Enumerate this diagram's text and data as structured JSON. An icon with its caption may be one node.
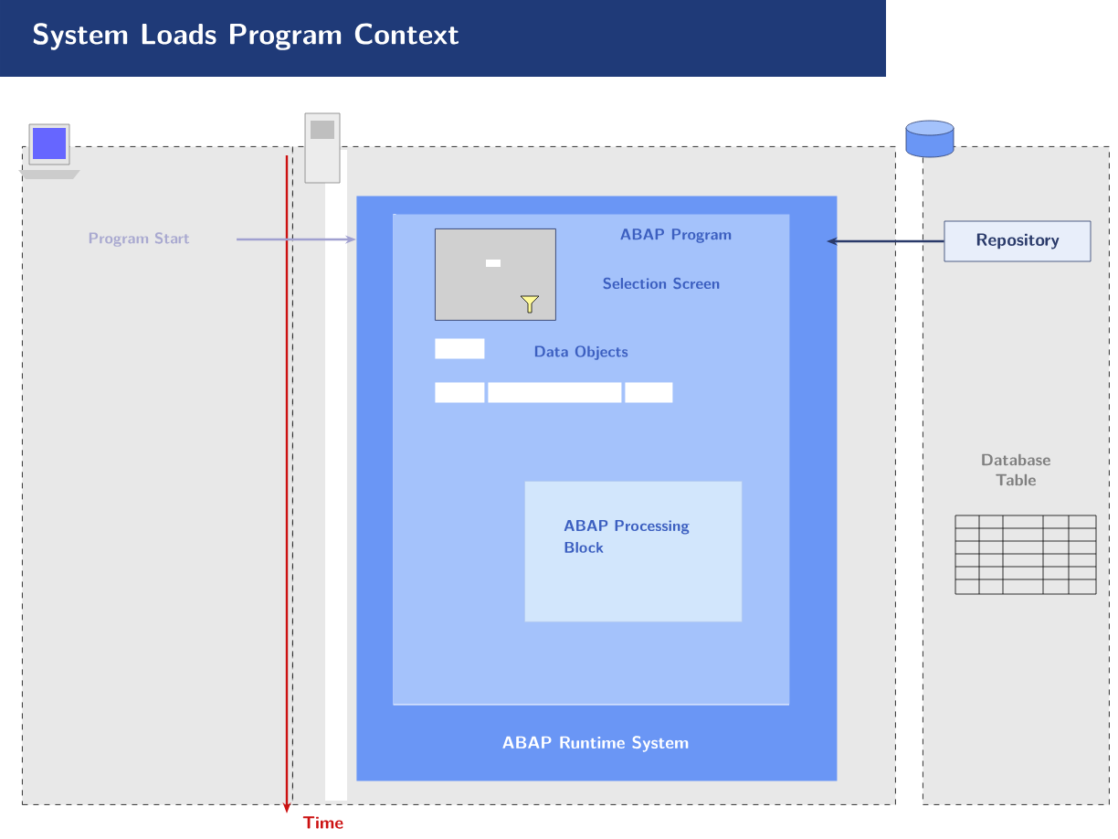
{
  "diagram": {
    "title": "System Loads Program Context",
    "nodes": [
      {
        "text": [],
        "shape": "box"
      },
      {
        "text": [
          "Program Start"
        ],
        "in": 0
      },
      {
        "text": [],
        "shape": "box"
      },
      {
        "text": [
          "ABAP Runtime System"
        ],
        "in": 2
      },
      {
        "text": [
          "ABAP Program"
        ],
        "in": 3
      },
      {
        "text": [],
        "shape": "box",
        "in": 4,
        "beside": [
          "Selection Screen"
        ]
      },
      {
        "text": [],
        "shape": "box",
        "in": 4
      },
      {
        "text": [],
        "shape": "box",
        "in": 4
      },
      {
        "text": [],
        "shape": "box",
        "in": 4
      },
      {
        "text": [],
        "shape": "box",
        "in": 4
      },
      {
        "text": [
          "ABAP Processing Block"
        ],
        "in": 4
      },
      {
        "text": [],
        "shape": "box"
      },
      {
        "text": [
          "Repository"
        ],
        "in": 11
      }
    ],
    "edges": [
      {
        "from": 1,
        "to": 3,
        "arrow": "to",
        "color": "#a0a0d0"
      },
      {
        "from": 12,
        "to": 3,
        "arrow": "to",
        "color": "#2a3a6a"
      }
    ],
    "labels": [
      "Data Objects",
      "Database Table",
      "Time"
    ]
  }
}
